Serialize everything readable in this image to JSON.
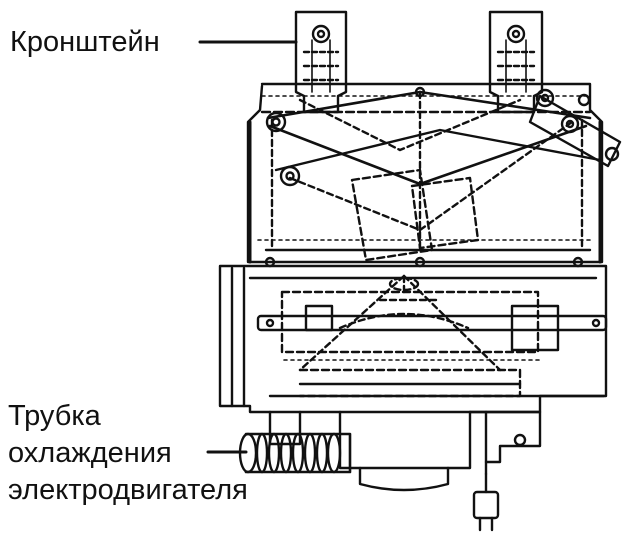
{
  "diagram": {
    "callouts": {
      "bracket": "Кронштейн",
      "tube": [
        "Трубка",
        "охлаждения",
        "электродвигателя"
      ]
    },
    "colors": {
      "ink": "#111111",
      "background": "#ffffff"
    }
  }
}
